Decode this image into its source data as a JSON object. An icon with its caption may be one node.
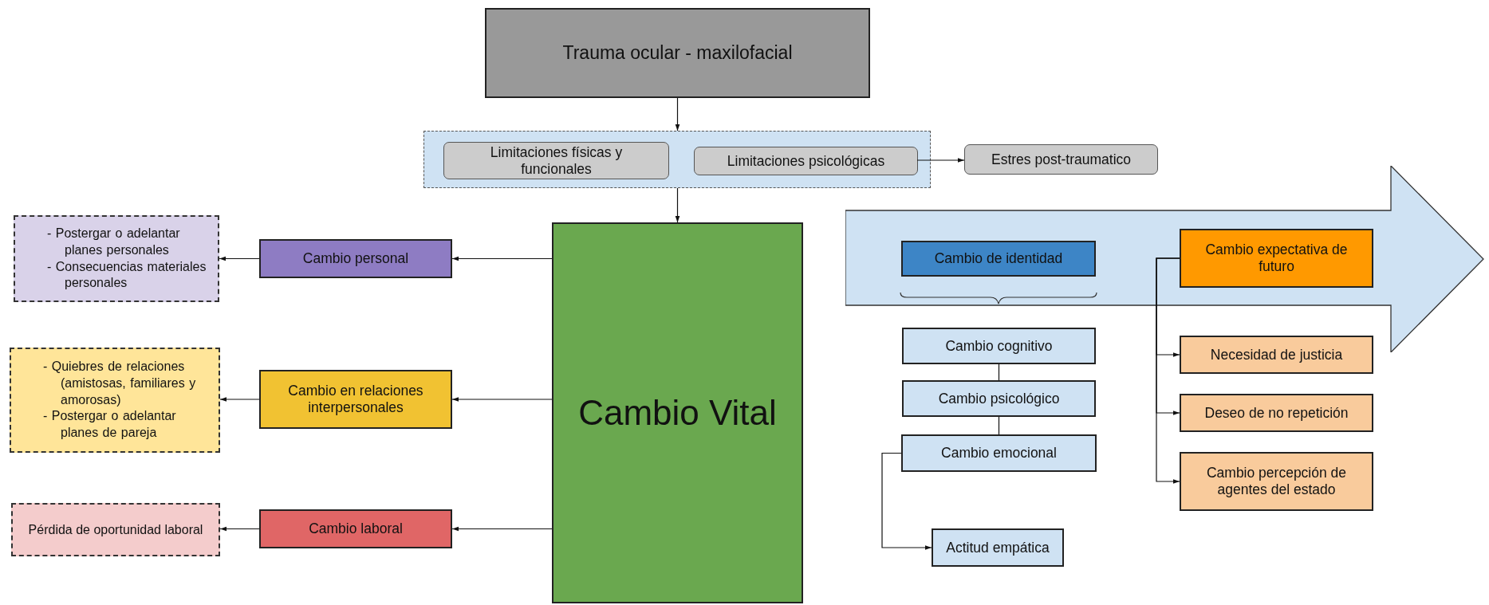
{
  "diagram": {
    "nodes": [
      {
        "text": [
          "Trauma ocular - maxilofacial"
        ]
      },
      {
        "text": [],
        "shape": "box"
      },
      {
        "text": [
          "Limitaciones físicas y funcionales"
        ],
        "in": 1
      },
      {
        "text": [
          "Limitaciones psicológicas"
        ],
        "in": 1
      },
      {
        "text": [
          "Estres post-traumatico"
        ]
      },
      {
        "text": [
          "Cambio Vital"
        ]
      },
      {
        "text": [
          "Cambio personal"
        ]
      },
      {
        "text": [
          "- Postergar o adelantar planes personales",
          "- Consecuencias materiales personales"
        ]
      },
      {
        "text": [
          "Cambio en relaciones interpersonales"
        ]
      },
      {
        "text": [
          "- Quiebres de relaciones (amistosas, familiares y amorosas)",
          "- Postergar o adelantar planes de pareja"
        ]
      },
      {
        "text": [
          "Cambio laboral"
        ]
      },
      {
        "text": [
          "Pérdida de oportunidad laboral"
        ]
      },
      {
        "text": [],
        "shape": "arrow"
      },
      {
        "text": [
          "Cambio de identidad"
        ],
        "in": 12
      },
      {
        "text": [
          "Cambio expectativa de futuro"
        ],
        "in": 12
      },
      {
        "text": [
          "Cambio cognitivo"
        ]
      },
      {
        "text": [
          "Cambio psicológico"
        ]
      },
      {
        "text": [
          "Cambio emocional"
        ]
      },
      {
        "text": [
          "Actitud empática"
        ]
      },
      {
        "text": [
          "Necesidad de justicia"
        ]
      },
      {
        "text": [
          "Deseo de no repetición"
        ]
      },
      {
        "text": [
          "Cambio percepción de agentes del estado"
        ]
      }
    ],
    "edges": [
      {
        "from": 0,
        "to": 1,
        "arrow": "to"
      },
      {
        "from": 1,
        "to": 5,
        "arrow": "to"
      },
      {
        "from": 3,
        "to": 4,
        "arrow": "to"
      },
      {
        "from": 5,
        "to": 6,
        "arrow": "to"
      },
      {
        "from": 6,
        "to": 7,
        "arrow": "to"
      },
      {
        "from": 5,
        "to": 8,
        "arrow": "to"
      },
      {
        "from": 8,
        "to": 9,
        "arrow": "to"
      },
      {
        "from": 5,
        "to": 10,
        "arrow": "to"
      },
      {
        "from": 10,
        "to": 11,
        "arrow": "to"
      },
      {
        "from": 15,
        "to": 16,
        "arrow": "none"
      },
      {
        "from": 16,
        "to": 17,
        "arrow": "none"
      },
      {
        "from": 17,
        "to": 18,
        "arrow": "to"
      },
      {
        "from": 14,
        "to": 19,
        "arrow": "to"
      },
      {
        "from": 14,
        "to": 20,
        "arrow": "to"
      },
      {
        "from": 14,
        "to": 21,
        "arrow": "to"
      }
    ]
  }
}
